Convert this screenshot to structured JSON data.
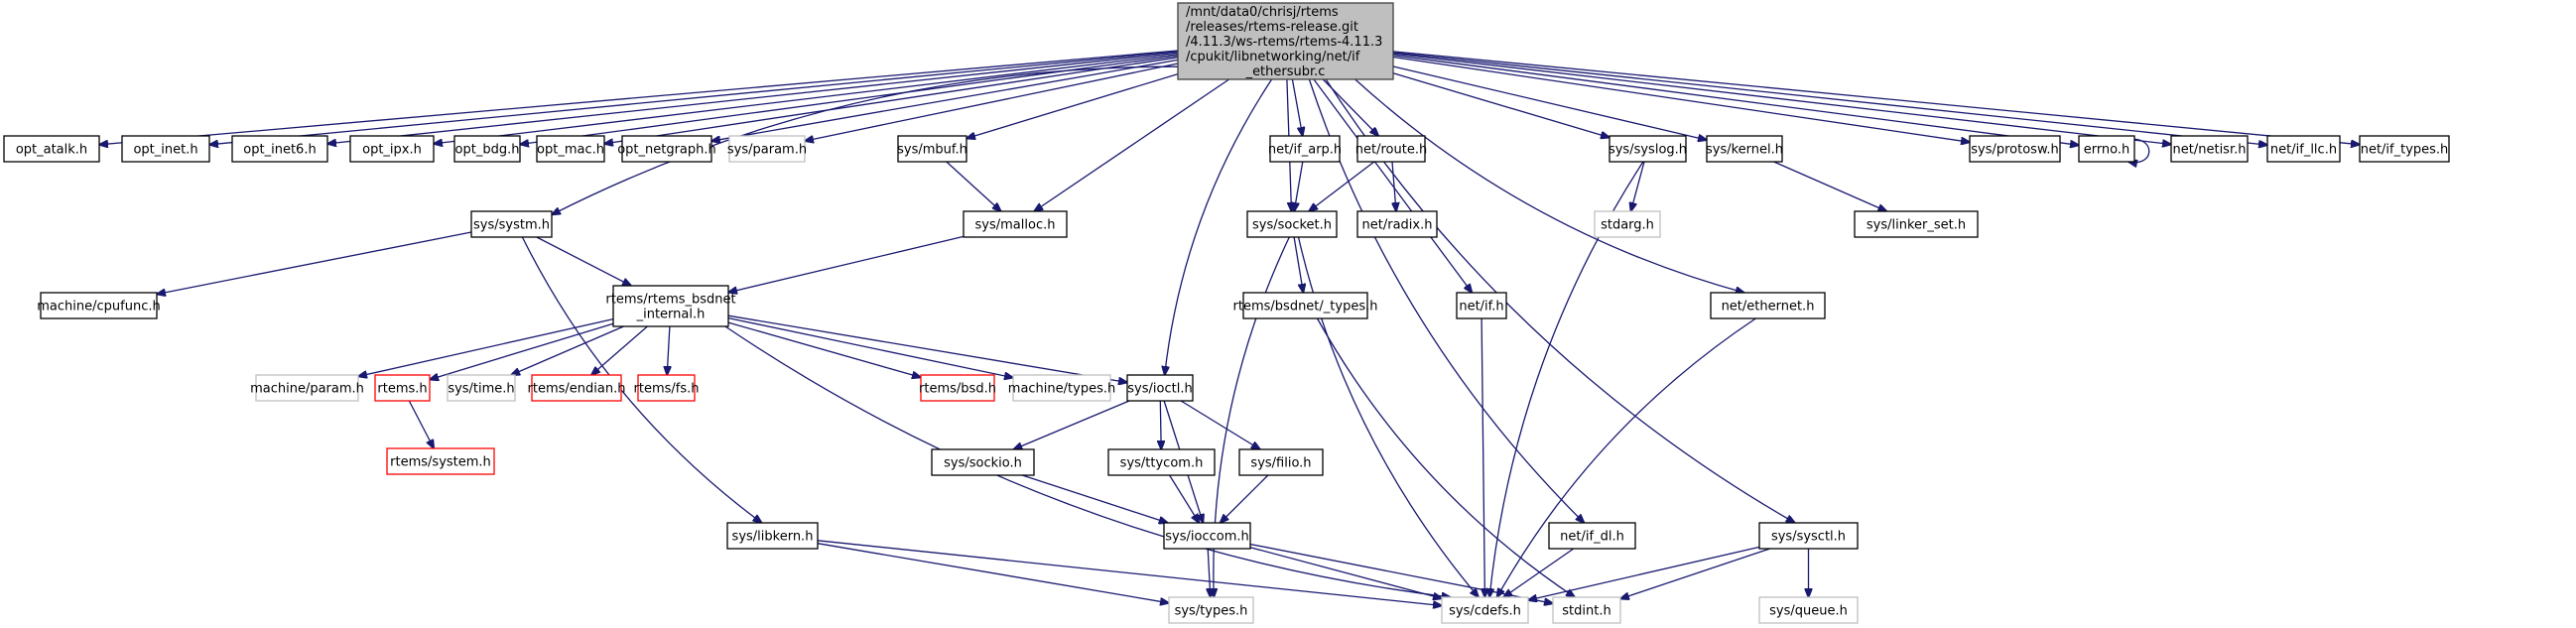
{
  "graph": {
    "title": "Include dependency graph for if_ethersubr.c",
    "colors": {
      "edge": "#191970",
      "root_fill": "#bfbfbf",
      "node_border": "#000000",
      "external_border": "#bfbfbf",
      "missing_border": "#ff0000"
    },
    "nodes": [
      {
        "id": "root",
        "kind": "root",
        "lines": [
          "/mnt/data0/chrisj/rtems",
          "/releases/rtems-release.git",
          "/4.11.3/ws-rtems/rtems-4.11.3",
          "/cpukit/libnetworking/net/if",
          "_ethersubr.c"
        ]
      },
      {
        "id": "opt_atalk",
        "kind": "normal",
        "lines": [
          "opt_atalk.h"
        ]
      },
      {
        "id": "opt_inet",
        "kind": "normal",
        "lines": [
          "opt_inet.h"
        ]
      },
      {
        "id": "opt_inet6",
        "kind": "normal",
        "lines": [
          "opt_inet6.h"
        ]
      },
      {
        "id": "opt_ipx",
        "kind": "normal",
        "lines": [
          "opt_ipx.h"
        ]
      },
      {
        "id": "opt_bdg",
        "kind": "normal",
        "lines": [
          "opt_bdg.h"
        ]
      },
      {
        "id": "opt_mac",
        "kind": "normal",
        "lines": [
          "opt_mac.h"
        ]
      },
      {
        "id": "opt_netgraph",
        "kind": "normal",
        "lines": [
          "opt_netgraph.h"
        ]
      },
      {
        "id": "sys_param",
        "kind": "external",
        "lines": [
          "sys/param.h"
        ]
      },
      {
        "id": "sys_mbuf",
        "kind": "normal",
        "lines": [
          "sys/mbuf.h"
        ]
      },
      {
        "id": "net_if_arp",
        "kind": "normal",
        "lines": [
          "net/if_arp.h"
        ]
      },
      {
        "id": "net_route",
        "kind": "normal",
        "lines": [
          "net/route.h"
        ]
      },
      {
        "id": "sys_syslog",
        "kind": "normal",
        "lines": [
          "sys/syslog.h"
        ]
      },
      {
        "id": "sys_kernel",
        "kind": "normal",
        "lines": [
          "sys/kernel.h"
        ]
      },
      {
        "id": "sys_protosw",
        "kind": "normal",
        "lines": [
          "sys/protosw.h"
        ]
      },
      {
        "id": "errno",
        "kind": "normal",
        "lines": [
          "errno.h"
        ]
      },
      {
        "id": "net_netisr",
        "kind": "normal",
        "lines": [
          "net/netisr.h"
        ]
      },
      {
        "id": "net_if_llc",
        "kind": "normal",
        "lines": [
          "net/if_llc.h"
        ]
      },
      {
        "id": "net_if_types",
        "kind": "normal",
        "lines": [
          "net/if_types.h"
        ]
      },
      {
        "id": "sys_systm",
        "kind": "normal",
        "lines": [
          "sys/systm.h"
        ]
      },
      {
        "id": "sys_malloc",
        "kind": "normal",
        "lines": [
          "sys/malloc.h"
        ]
      },
      {
        "id": "sys_socket",
        "kind": "normal",
        "lines": [
          "sys/socket.h"
        ]
      },
      {
        "id": "net_radix",
        "kind": "normal",
        "lines": [
          "net/radix.h"
        ]
      },
      {
        "id": "stdarg",
        "kind": "external",
        "lines": [
          "stdarg.h"
        ]
      },
      {
        "id": "sys_linker_set",
        "kind": "normal",
        "lines": [
          "sys/linker_set.h"
        ]
      },
      {
        "id": "machine_cpufunc",
        "kind": "normal",
        "lines": [
          "machine/cpufunc.h"
        ]
      },
      {
        "id": "rtems_bsdnet_internal",
        "kind": "normal",
        "lines": [
          "rtems/rtems_bsdnet",
          "_internal.h"
        ]
      },
      {
        "id": "rtems_bsdnet_types",
        "kind": "normal",
        "lines": [
          "rtems/bsdnet/_types.h"
        ]
      },
      {
        "id": "net_if",
        "kind": "normal",
        "lines": [
          "net/if.h"
        ]
      },
      {
        "id": "net_ethernet",
        "kind": "normal",
        "lines": [
          "net/ethernet.h"
        ]
      },
      {
        "id": "machine_param",
        "kind": "external",
        "lines": [
          "machine/param.h"
        ]
      },
      {
        "id": "rtems_h",
        "kind": "missing",
        "lines": [
          "rtems.h"
        ]
      },
      {
        "id": "sys_time",
        "kind": "external",
        "lines": [
          "sys/time.h"
        ]
      },
      {
        "id": "rtems_endian",
        "kind": "missing",
        "lines": [
          "rtems/endian.h"
        ]
      },
      {
        "id": "rtems_fs",
        "kind": "missing",
        "lines": [
          "rtems/fs.h"
        ]
      },
      {
        "id": "rtems_bsd",
        "kind": "missing",
        "lines": [
          "rtems/bsd.h"
        ]
      },
      {
        "id": "machine_types",
        "kind": "external",
        "lines": [
          "machine/types.h"
        ]
      },
      {
        "id": "sys_ioctl",
        "kind": "normal",
        "lines": [
          "sys/ioctl.h"
        ]
      },
      {
        "id": "rtems_system",
        "kind": "missing",
        "lines": [
          "rtems/system.h"
        ]
      },
      {
        "id": "sys_sockio",
        "kind": "normal",
        "lines": [
          "sys/sockio.h"
        ]
      },
      {
        "id": "sys_ttycom",
        "kind": "normal",
        "lines": [
          "sys/ttycom.h"
        ]
      },
      {
        "id": "sys_filio",
        "kind": "normal",
        "lines": [
          "sys/filio.h"
        ]
      },
      {
        "id": "sys_libkern",
        "kind": "normal",
        "lines": [
          "sys/libkern.h"
        ]
      },
      {
        "id": "sys_ioccom",
        "kind": "normal",
        "lines": [
          "sys/ioccom.h"
        ]
      },
      {
        "id": "net_if_dl",
        "kind": "normal",
        "lines": [
          "net/if_dl.h"
        ]
      },
      {
        "id": "sys_sysctl",
        "kind": "normal",
        "lines": [
          "sys/sysctl.h"
        ]
      },
      {
        "id": "sys_types",
        "kind": "external",
        "lines": [
          "sys/types.h"
        ]
      },
      {
        "id": "sys_cdefs",
        "kind": "external",
        "lines": [
          "sys/cdefs.h"
        ]
      },
      {
        "id": "stdint",
        "kind": "external",
        "lines": [
          "stdint.h"
        ]
      },
      {
        "id": "sys_queue",
        "kind": "external",
        "lines": [
          "sys/queue.h"
        ]
      }
    ],
    "edges": [
      [
        "root",
        "opt_atalk"
      ],
      [
        "root",
        "opt_inet"
      ],
      [
        "root",
        "opt_inet6"
      ],
      [
        "root",
        "opt_ipx"
      ],
      [
        "root",
        "opt_bdg"
      ],
      [
        "root",
        "opt_mac"
      ],
      [
        "root",
        "opt_netgraph"
      ],
      [
        "root",
        "sys_param"
      ],
      [
        "root",
        "sys_systm"
      ],
      [
        "root",
        "sys_malloc"
      ],
      [
        "root",
        "sys_mbuf"
      ],
      [
        "root",
        "sys_ioctl"
      ],
      [
        "root",
        "sys_socket"
      ],
      [
        "root",
        "net_if_arp"
      ],
      [
        "root",
        "net_route"
      ],
      [
        "root",
        "net_if"
      ],
      [
        "root",
        "net_if_dl"
      ],
      [
        "root",
        "sys_syslog"
      ],
      [
        "root",
        "net_ethernet"
      ],
      [
        "root",
        "sys_sysctl"
      ],
      [
        "root",
        "sys_kernel"
      ],
      [
        "root",
        "sys_protosw"
      ],
      [
        "root",
        "errno"
      ],
      [
        "root",
        "net_netisr"
      ],
      [
        "root",
        "net_if_llc"
      ],
      [
        "root",
        "net_if_types"
      ],
      [
        "errno",
        "errno"
      ],
      [
        "sys_mbuf",
        "sys_malloc"
      ],
      [
        "net_if_arp",
        "sys_socket"
      ],
      [
        "net_route",
        "sys_socket"
      ],
      [
        "net_route",
        "net_radix"
      ],
      [
        "sys_syslog",
        "stdarg"
      ],
      [
        "sys_syslog",
        "sys_cdefs"
      ],
      [
        "sys_kernel",
        "sys_linker_set"
      ],
      [
        "sys_systm",
        "machine_cpufunc"
      ],
      [
        "sys_systm",
        "rtems_bsdnet_internal"
      ],
      [
        "sys_systm",
        "sys_libkern"
      ],
      [
        "sys_malloc",
        "rtems_bsdnet_internal"
      ],
      [
        "sys_socket",
        "rtems_bsdnet_types"
      ],
      [
        "sys_socket",
        "sys_types"
      ],
      [
        "sys_socket",
        "sys_cdefs"
      ],
      [
        "rtems_bsdnet_internal",
        "machine_param"
      ],
      [
        "rtems_bsdnet_internal",
        "rtems_h"
      ],
      [
        "rtems_bsdnet_internal",
        "sys_time"
      ],
      [
        "rtems_bsdnet_internal",
        "rtems_endian"
      ],
      [
        "rtems_bsdnet_internal",
        "rtems_fs"
      ],
      [
        "rtems_bsdnet_internal",
        "rtems_bsd"
      ],
      [
        "rtems_bsdnet_internal",
        "machine_types"
      ],
      [
        "rtems_bsdnet_internal",
        "sys_ioctl"
      ],
      [
        "rtems_bsdnet_internal",
        "sys_cdefs"
      ],
      [
        "rtems_h",
        "rtems_system"
      ],
      [
        "rtems_bsdnet_types",
        "stdint"
      ],
      [
        "net_if",
        "sys_cdefs"
      ],
      [
        "net_ethernet",
        "sys_cdefs"
      ],
      [
        "sys_ioctl",
        "sys_sockio"
      ],
      [
        "sys_ioctl",
        "sys_ttycom"
      ],
      [
        "sys_ioctl",
        "sys_filio"
      ],
      [
        "sys_ioctl",
        "sys_ioccom"
      ],
      [
        "sys_sockio",
        "sys_ioccom"
      ],
      [
        "sys_ttycom",
        "sys_ioccom"
      ],
      [
        "sys_filio",
        "sys_ioccom"
      ],
      [
        "sys_ioccom",
        "sys_types"
      ],
      [
        "sys_ioccom",
        "sys_cdefs"
      ],
      [
        "sys_ioccom",
        "stdint"
      ],
      [
        "sys_libkern",
        "sys_types"
      ],
      [
        "sys_libkern",
        "sys_cdefs"
      ],
      [
        "net_if_dl",
        "sys_cdefs"
      ],
      [
        "sys_sysctl",
        "sys_cdefs"
      ],
      [
        "sys_sysctl",
        "stdint"
      ],
      [
        "sys_sysctl",
        "sys_queue"
      ]
    ]
  }
}
